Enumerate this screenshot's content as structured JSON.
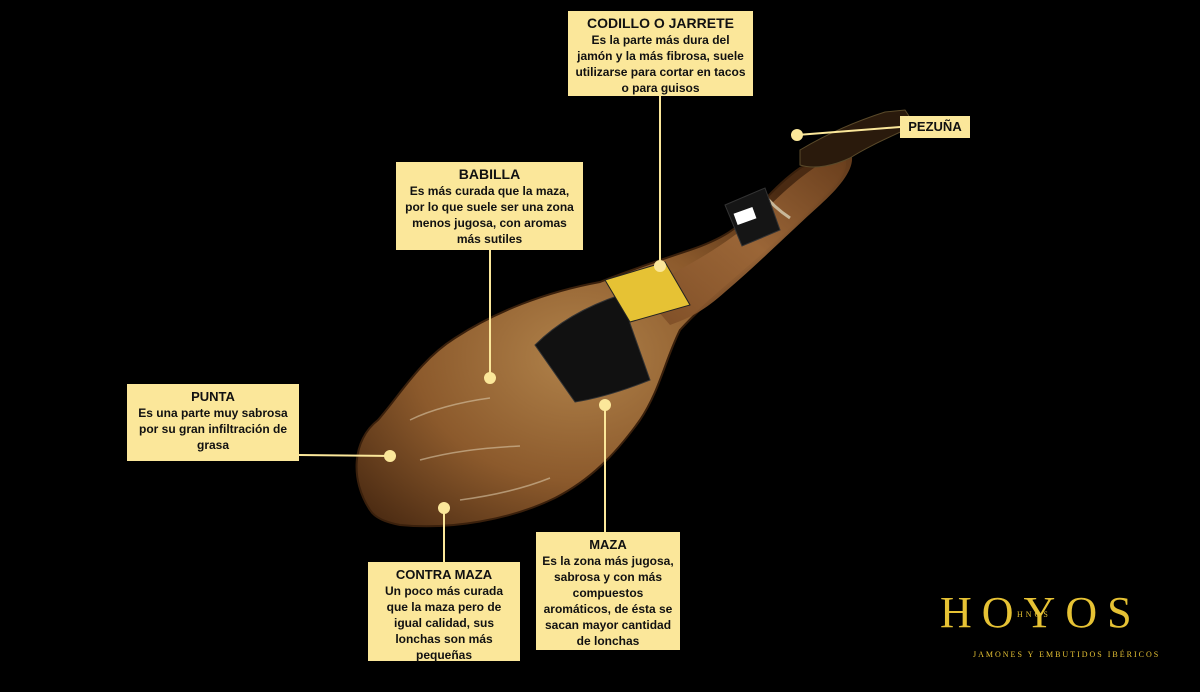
{
  "labels": {
    "codillo": {
      "title": "CODILLO O JARRETE",
      "desc": "Es la parte más dura del jamón y la más fibrosa, suele utilizarse para cortar en tacos o para guisos"
    },
    "pezuna": {
      "title": "PEZUÑA"
    },
    "babilla": {
      "title": "BABILLA",
      "desc": "Es más curada que la maza, por lo que suele ser una zona menos jugosa, con aromas más sutiles"
    },
    "punta": {
      "title": "PUNTA",
      "desc": "Es una parte muy sabrosa por su gran infiltración de grasa"
    },
    "contramaza": {
      "title": "CONTRA MAZA",
      "desc": "Un poco más curada que la maza pero de igual calidad, sus lonchas son más pequeñas"
    },
    "maza": {
      "title": "MAZA",
      "desc": "Es la zona más jugosa, sabrosa y con más compuestos aromáticos, de ésta se sacan mayor cantidad de lonchas"
    }
  },
  "logo": {
    "name": "HOYOS",
    "mid": "HNOS",
    "tagline": "JAMONES Y EMBUTIDOS IBÉRICOS"
  },
  "colors": {
    "background": "#000000",
    "label_fill": "#fbe79a",
    "connector": "#fbe79a",
    "logo_gold": "#e6c234"
  }
}
